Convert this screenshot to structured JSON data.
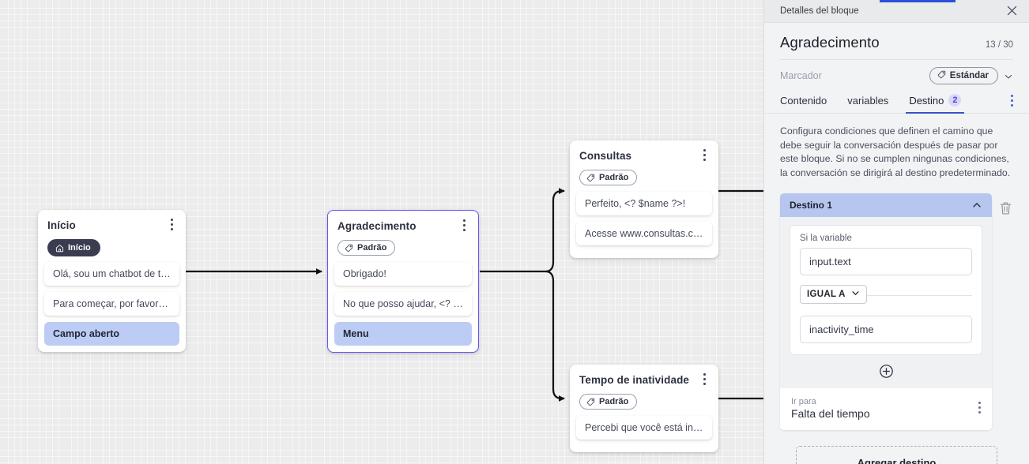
{
  "canvas": {
    "nodes": [
      {
        "id": "inicio",
        "title": "Início",
        "tag": "Início",
        "tag_icon": "home-icon",
        "tag_style": "dark",
        "messages": [
          "Olá, sou um chatbot de teste!",
          "Para começar, por favor digite o ..."
        ],
        "highlight": "Campo aberto"
      },
      {
        "id": "agradecimento",
        "title": "Agradecimento",
        "tag": "Padrão",
        "tag_icon": "tag-icon",
        "tag_style": "light",
        "messages": [
          "Obrigado!",
          "No que posso ajudar, <? $name ..."
        ],
        "highlight": "Menu"
      },
      {
        "id": "consultas",
        "title": "Consultas",
        "tag": "Padrão",
        "tag_icon": "tag-icon",
        "tag_style": "light",
        "messages": [
          "Perfeito, <? $name ?>!",
          "Acesse www.consultas.com par..."
        ],
        "highlight": null
      },
      {
        "id": "inatividade",
        "title": "Tempo de inatividade",
        "tag": "Padrão",
        "tag_icon": "tag-icon",
        "tag_style": "light",
        "messages": [
          "Percebi que você está inativo. C..."
        ],
        "highlight": null
      }
    ]
  },
  "panel": {
    "titlebar": "Detalles del bloque",
    "close_icon": "close-icon",
    "block_name": "Agradecimento",
    "char_count": "13 / 30",
    "marker_label": "Marcador",
    "marker_chip": "Estándar",
    "tabs": [
      {
        "label": "Contenido",
        "badge": null,
        "active": false
      },
      {
        "label": "variables",
        "badge": null,
        "active": false
      },
      {
        "label": "Destino",
        "badge": "2",
        "active": true
      }
    ],
    "description": "Configura condiciones que definen el camino que debe seguir la conversación después de pasar por este bloque. Si no se cumplen ningunas condiciones, la conversación se dirigirá al destino predeterminado.",
    "destination": {
      "header": "Destino 1",
      "collapse_icon": "chevron-up-icon",
      "delete_icon": "trash-icon",
      "condition_label": "Si la variable",
      "variable_value": "input.text",
      "operator": "IGUAL A",
      "compare_value": "inactivity_time",
      "add_condition_icon": "plus-circle-icon",
      "goto_label": "Ir para",
      "goto_value": "Falta del tiempo"
    },
    "add_destination_label": "Agregar destino"
  },
  "colors": {
    "accent": "#3b54c4",
    "badge_bg": "#d9d6fb",
    "badge_text": "#4f46d6",
    "dest_header": "#b6c6ee",
    "highlight": "#bcccf4",
    "node_selected": "#6558f5",
    "progress": "#2a50d8"
  }
}
